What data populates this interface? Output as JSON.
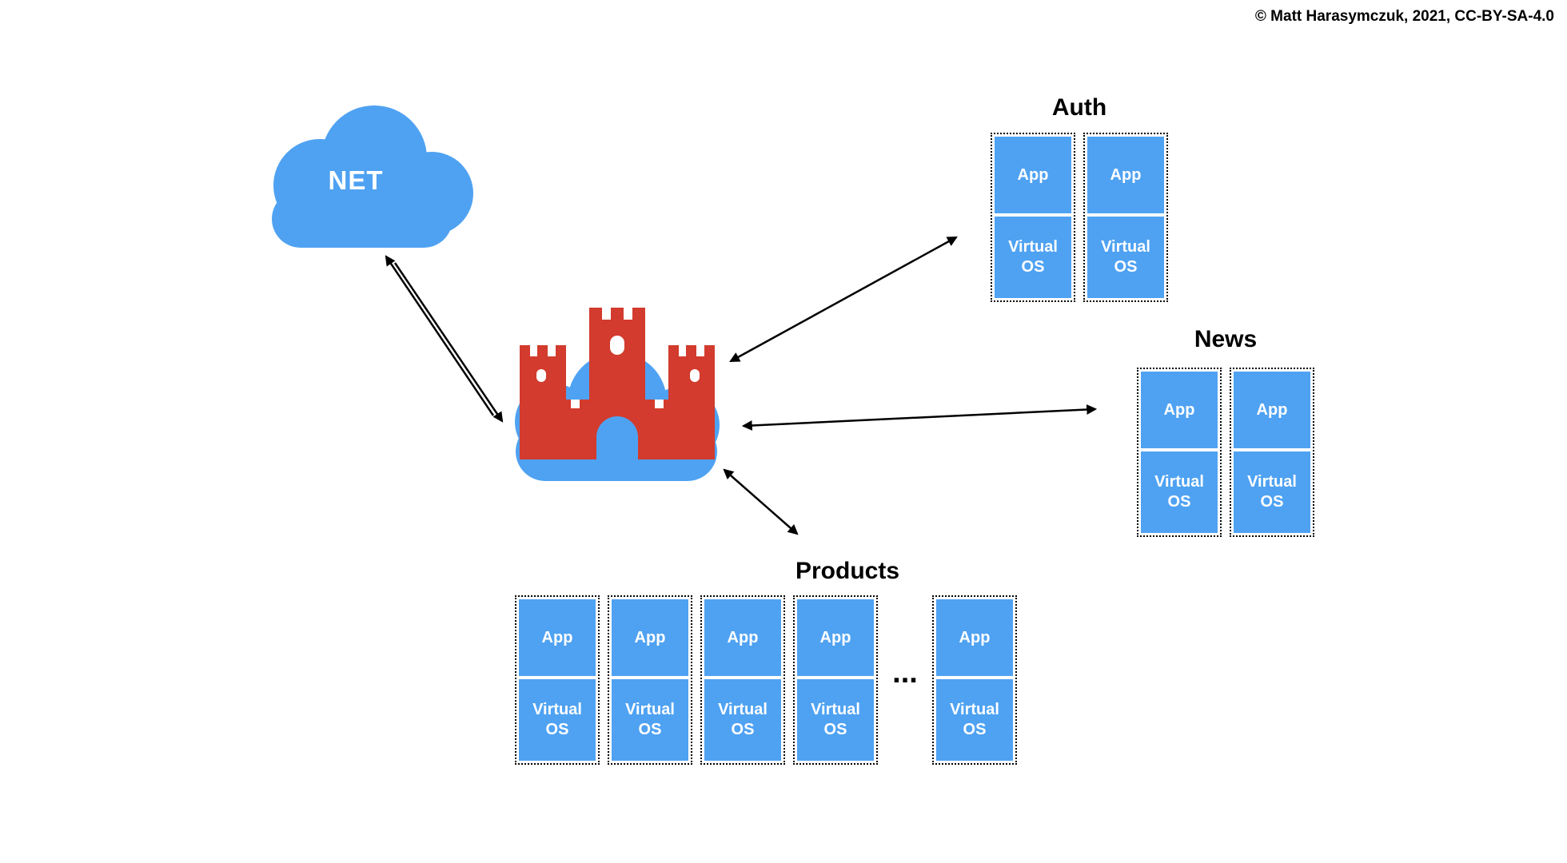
{
  "copyright": "© Matt Harasymczuk, 2021, CC-BY-SA-4.0",
  "net": {
    "label": "NET"
  },
  "labels": {
    "app": "App",
    "virtual_os": "Virtual\nOS",
    "ellipsis": "..."
  },
  "groups": {
    "auth": {
      "title": "Auth",
      "stack_count": 2
    },
    "news": {
      "title": "News",
      "stack_count": 2
    },
    "products": {
      "title": "Products",
      "stack_count": 5
    }
  },
  "colors": {
    "box_blue": "#4FA2F2",
    "castle_red": "#D23B2D",
    "arrow_black": "#000000",
    "text_white": "#FFFFFF"
  }
}
